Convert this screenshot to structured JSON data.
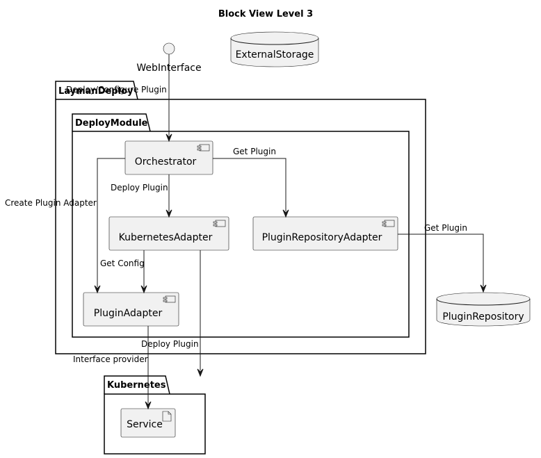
{
  "diagram": {
    "title": "Block View Level 3",
    "interfaces": {
      "web": "WebInterface"
    },
    "databases": {
      "external_storage": "ExternalStorage",
      "plugin_repository": "PluginRepository"
    },
    "packages": {
      "layman_deploy": "LaymanDeploy",
      "deploy_module": "DeployModule",
      "kubernetes": "Kubernetes"
    },
    "components": {
      "orchestrator": "Orchestrator",
      "kubernetes_adapter": "KubernetesAdapter",
      "plugin_repository_adapter": "PluginRepositoryAdapter",
      "plugin_adapter": "PluginAdapter"
    },
    "artifacts": {
      "service": "Service"
    },
    "edges": {
      "web_to_orchestrator": "Deploy/Configure Plugin",
      "orch_to_repo_adapter": "Get Plugin",
      "orch_to_k8s_adapter": "Deploy Plugin",
      "orch_to_plugin_adapter": "Create Plugin Adapter",
      "repo_adapter_to_repo": "Get Plugin",
      "k8s_adapter_to_plugin_adapter": "Get Config",
      "k8s_adapter_to_kubernetes": "Deploy Plugin",
      "plugin_adapter_to_service": "Interface provider"
    }
  }
}
